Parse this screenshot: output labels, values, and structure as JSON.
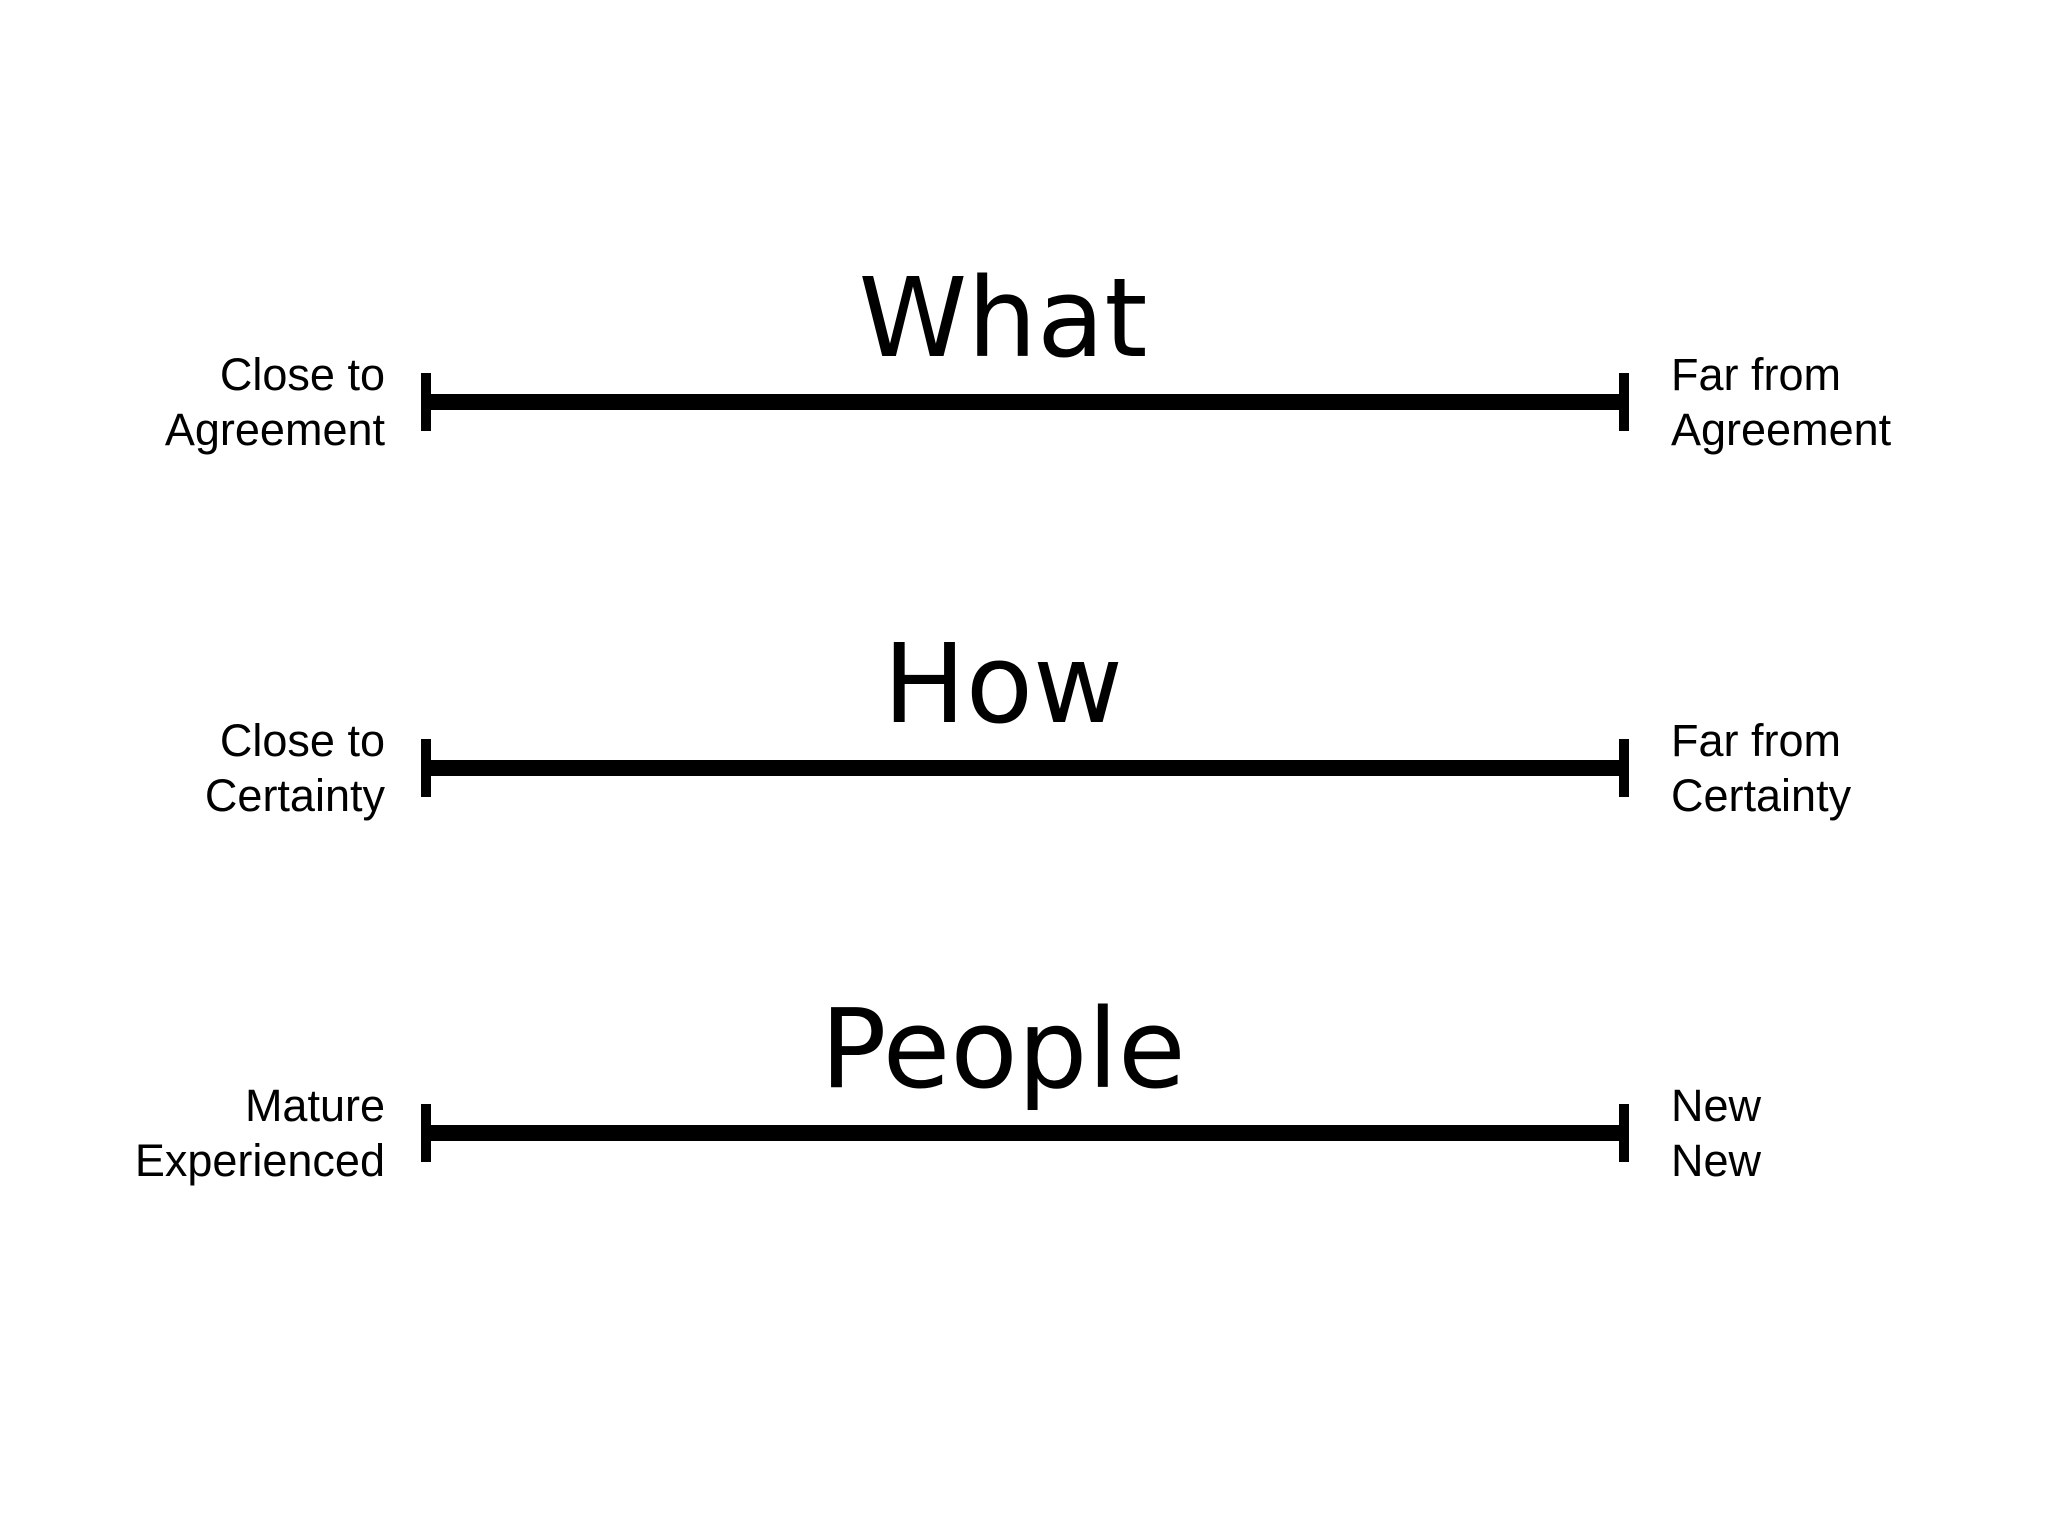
{
  "figure": {
    "background": "#ffffff",
    "ink": "#000000",
    "scales": [
      {
        "title": "What",
        "left_label": {
          "line1": "Close to",
          "line2": "Agreement"
        },
        "right_label": {
          "line1": "Far from",
          "line2": "Agreement"
        }
      },
      {
        "title": "How",
        "left_label": {
          "line1": "Close to",
          "line2": "Certainty"
        },
        "right_label": {
          "line1": "Far from",
          "line2": "Certainty"
        }
      },
      {
        "title": "People",
        "left_label": {
          "line1": "Mature",
          "line2": "Experienced"
        },
        "right_label": {
          "line1": "New",
          "line2": "New"
        }
      }
    ]
  }
}
